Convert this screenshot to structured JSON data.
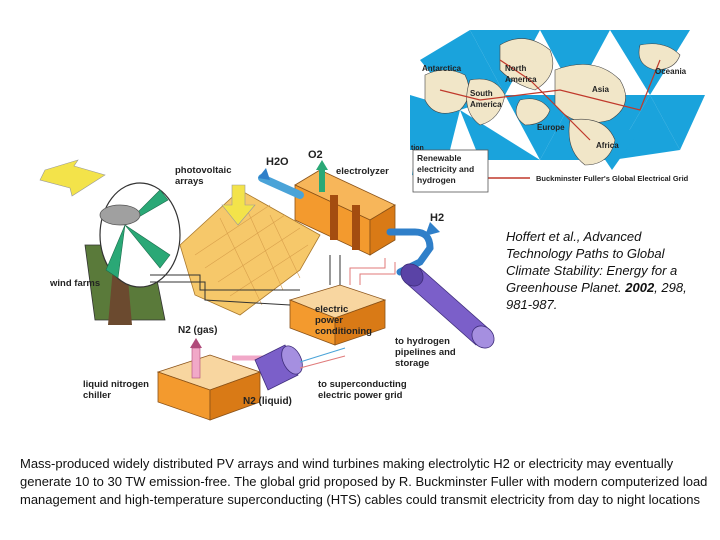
{
  "map": {
    "labels": {
      "antarctica": "Antarctica",
      "north_america": "North America",
      "south_america": "South America",
      "oceania": "Oceania",
      "asia": "Asia",
      "europe": "Europe",
      "africa": "Africa",
      "partial": "tion"
    },
    "legend_text": "Buckminster Fuller's Global Electrical Grid",
    "renewable_box": "Renewable electricity and hydrogen"
  },
  "diagram": {
    "photovoltaic": "photovoltaic arrays",
    "h2o": "H2O",
    "o2": "O2",
    "electrolyzer": "electrolyzer",
    "h2": "H2",
    "wind_farms": "wind farms",
    "epc": "electric power conditioning",
    "n2_gas": "N2 (gas)",
    "to_hydrogen": "to hydrogen pipelines and storage",
    "liquid_nitrogen": "liquid nitrogen chiller",
    "to_supercond": "to superconducting electric power grid",
    "n2_liquid": "N2 (liquid)"
  },
  "citation": {
    "text_before": "Hoffert et al., Advanced Technology Paths to Global Climate Stability: Energy for a Greenhouse Planet. ",
    "year": "2002",
    "text_after": ", 298, 981-987."
  },
  "caption": "Mass-produced widely distributed PV arrays and wind turbines making electrolytic H2 or electricity may eventually generate 10 to 30 TW emission-free. The global grid proposed by R. Buckminster Fuller with modern computerized load management and high-temperature superconducting (HTS) cables could transmit electricity from day to night locations",
  "colors": {
    "ocean": "#1aa3dc",
    "land": "#f1e6c8",
    "grid_line": "#c0392b",
    "pv_panel": "#f6c86a",
    "electrolyzer": "#f39a2e",
    "wind_blade": "#2aa876",
    "tube_purple": "#7b5fc9",
    "tube_blue": "#2f7fc9"
  }
}
